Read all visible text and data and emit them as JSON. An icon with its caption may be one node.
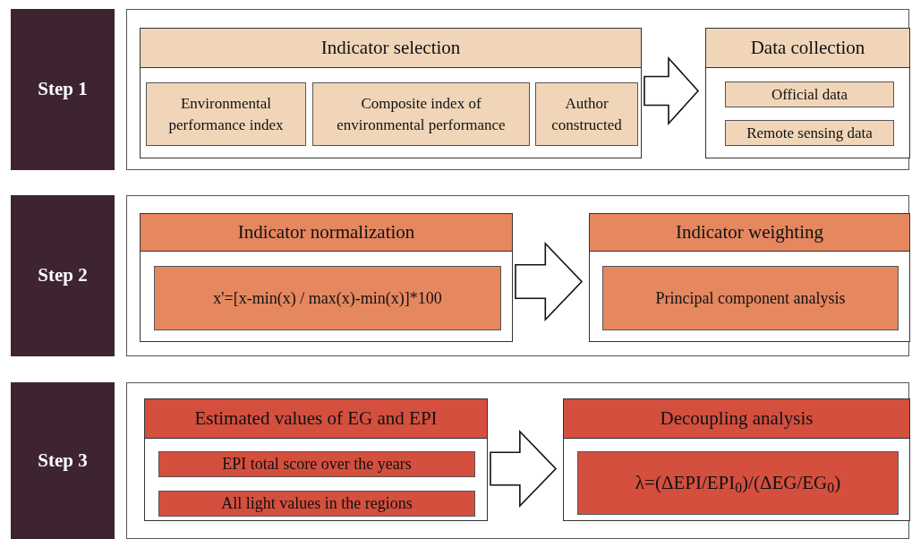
{
  "diagram": {
    "nodes": [
      {
        "text": [
          "Step 1"
        ]
      },
      {
        "text": [],
        "shape": "box"
      },
      {
        "text": [
          "Indicator selection"
        ],
        "in": 1
      },
      {
        "text": [
          "Environmental performance index"
        ],
        "in": 2
      },
      {
        "text": [
          "Composite index of environmental performance"
        ],
        "in": 2
      },
      {
        "text": [
          "Author constructed"
        ],
        "in": 2
      },
      {
        "text": [
          "Data collection"
        ],
        "in": 1
      },
      {
        "text": [
          "Official data"
        ],
        "in": 6
      },
      {
        "text": [
          "Remote sensing data"
        ],
        "in": 6
      },
      {
        "text": [
          "Step 2"
        ]
      },
      {
        "text": [],
        "shape": "box"
      },
      {
        "text": [
          "Indicator normalization"
        ],
        "in": 10
      },
      {
        "text": [
          "x'=[x-min(x) / max(x)-min(x)]*100"
        ],
        "in": 11
      },
      {
        "text": [
          "Indicator weighting"
        ],
        "in": 10
      },
      {
        "text": [
          "Principal component analysis"
        ],
        "in": 13
      },
      {
        "text": [
          "Step 3"
        ]
      },
      {
        "text": [],
        "shape": "box"
      },
      {
        "text": [
          "Estimated values of EG and EPI"
        ],
        "in": 16
      },
      {
        "text": [
          "EPI total score over the years"
        ],
        "in": 17
      },
      {
        "text": [
          "All light values in the regions"
        ],
        "in": 17
      },
      {
        "text": [
          "Decoupling analysis"
        ],
        "in": 16
      },
      {
        "text": [
          "λ=(ΔEPI/EPI$_{0}$)/(ΔEG/EG$_{0}$)"
        ],
        "in": 20
      }
    ],
    "edges": [
      {
        "from": 2,
        "to": 6,
        "arrow": "to",
        "style": "thick"
      },
      {
        "from": 11,
        "to": 13,
        "arrow": "to",
        "style": "thick"
      },
      {
        "from": 17,
        "to": 20,
        "arrow": "to",
        "style": "thick"
      }
    ]
  }
}
